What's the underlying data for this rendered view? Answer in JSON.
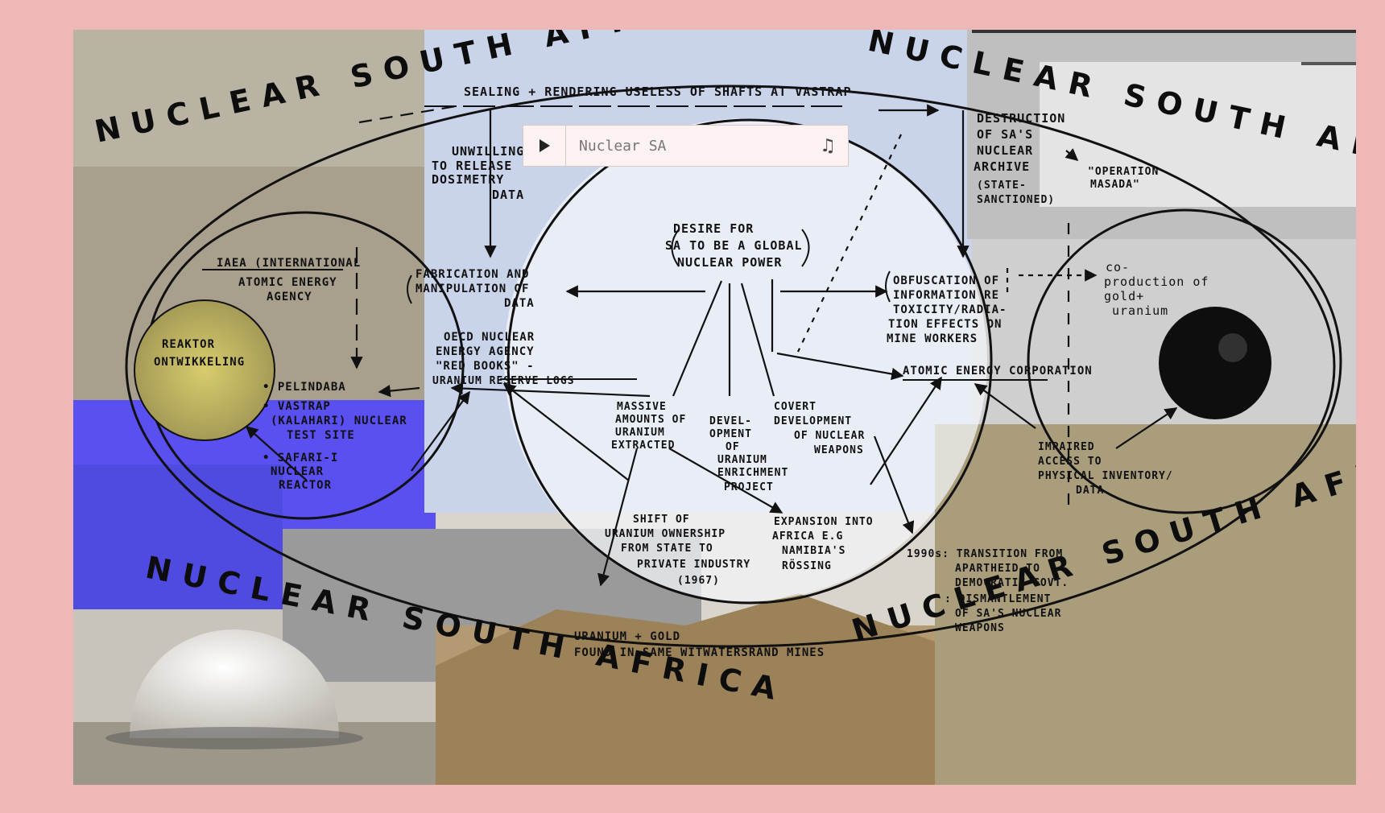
{
  "player": {
    "title": "Nuclear SA",
    "play_icon": "play-icon",
    "music_icon": "music-note-icon"
  },
  "banners": {
    "top_left": "NUCLEAR SOUTH AFRICA",
    "top_right": "NUCLEAR SOUTH AFRICA",
    "bottom_left": "NUCLEAR SOUTH AFRICA",
    "bottom_right": "NUCLEAR SOUTH AFRICA"
  },
  "notes": {
    "sealing": "SEALING + RENDERING USELESS OF SHAFTS AT VASTRAP",
    "unwilling_1": "UNWILLING",
    "unwilling_2": "TO RELEASE",
    "unwilling_3": "DOSIMETRY",
    "unwilling_4": "DATA",
    "destruction_1": "DESTRUCTION",
    "destruction_2": "OF SA'S",
    "destruction_3": "NUCLEAR",
    "destruction_4": "ARCHIVE",
    "destruction_5": "(STATE-",
    "destruction_6": "SANCTIONED)",
    "masada_1": "\"OPERATION",
    "masada_2": "MASADA\"",
    "desire_1": "DESIRE FOR",
    "desire_2": "SA TO BE A GLOBAL",
    "desire_3": "NUCLEAR POWER",
    "fabrication_1": "FABRICATION AND",
    "fabrication_2": "MANIPULATION OF",
    "fabrication_3": "DATA",
    "iaea_1": "IAEA (INTERNATIONAL",
    "iaea_2": "ATOMIC ENERGY",
    "iaea_3": "AGENCY",
    "oecd_1": "OECD NUCLEAR",
    "oecd_2": "ENERGY AGENCY",
    "oecd_3": "\"RED BOOKS\" -",
    "oecd_4": "URANIUM RESERVE LOGS",
    "obfuscation_1": "OBFUSCATION OF",
    "obfuscation_2": "INFORMATION RE",
    "obfuscation_3": "TOXICITY/RADIA-",
    "obfuscation_4": "TION EFFECTS ON",
    "obfuscation_5": "MINE WORKERS",
    "coproduction_1": "co-",
    "coproduction_2": "production of",
    "coproduction_3": "gold+",
    "coproduction_4": "uranium",
    "reaktor_1": "REAKTOR",
    "reaktor_2": "ONTWIKKELING",
    "pelindaba": "• PELINDABA",
    "vastrap_1": "• VASTRAP",
    "vastrap_2": "(KALAHARI) NUCLEAR",
    "vastrap_3": "TEST SITE",
    "safari_1": "• SAFARI-I",
    "safari_2": "NUCLEAR",
    "safari_3": "REACTOR",
    "massive_1": "MASSIVE",
    "massive_2": "AMOUNTS OF",
    "massive_3": "URANIUM",
    "massive_4": "EXTRACTED",
    "devel_1": "DEVEL-",
    "devel_2": "OPMENT",
    "devel_3": "OF",
    "devel_4": "URANIUM",
    "devel_5": "ENRICHMENT",
    "devel_6": "PROJECT",
    "covert_1": "COVERT",
    "covert_2": "DEVELOPMENT",
    "covert_3": "OF NUCLEAR",
    "covert_4": "WEAPONS",
    "aec": "ATOMIC ENERGY CORPORATION",
    "impaired_1": "IMPAIRED",
    "impaired_2": "ACCESS TO",
    "impaired_3": "PHYSICAL INVENTORY/",
    "impaired_4": "DATA",
    "shift_1": "SHIFT OF",
    "shift_2": "URANIUM OWNERSHIP",
    "shift_3": "FROM STATE TO",
    "shift_4": "PRIVATE INDUSTRY",
    "shift_5": "(1967)",
    "expansion_1": "EXPANSION INTO",
    "expansion_2": "AFRICA E.G",
    "expansion_3": "NAMIBIA'S",
    "expansion_4": "RÖSSING",
    "nineties_1": "1990s: TRANSITION FROM",
    "nineties_2": "APARTHEID TO",
    "nineties_3": "DEMOCRATIC GOVT.",
    "nineties_4": ": DISMANTLEMENT",
    "nineties_5": "OF SA'S NUCLEAR",
    "nineties_6": "WEAPONS",
    "gold_1": "URANIUM + GOLD",
    "gold_2": "FOUND IN SAME WITWATERSRAND MINES"
  },
  "colors": {
    "background": "#efb8b8",
    "ink": "#111111",
    "olive": "#a99d7c",
    "violet": "#5a4ff0",
    "sky": "#c9d3ea"
  }
}
